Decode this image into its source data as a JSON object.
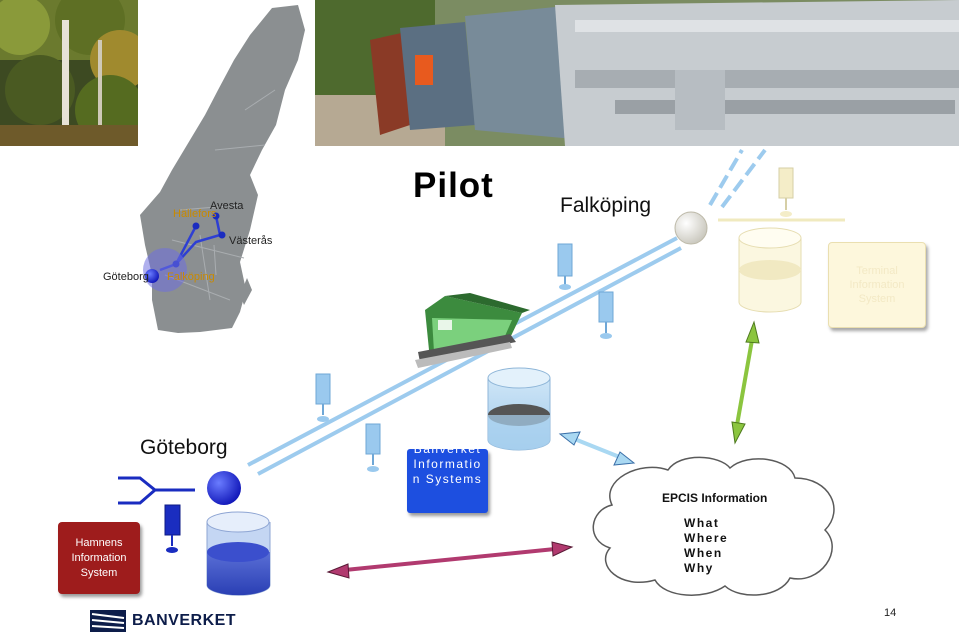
{
  "slide": {
    "title": "Pilot",
    "page_number": "14"
  },
  "locations": {
    "falkoping": "Falköping",
    "goteborg": "Göteborg"
  },
  "map": {
    "labels": {
      "hallefors": "Hällefors",
      "avesta": "Avesta",
      "vasteras": "Västerås",
      "goteborg": "Göteborg",
      "falkoping": "Falköping"
    }
  },
  "boxes": {
    "terminal": [
      "Terminal",
      "Information",
      "System"
    ],
    "hamnens": [
      "Hamnens",
      "Information",
      "System"
    ],
    "banverket": "Banverket Information Systems"
  },
  "epcis": {
    "title": "EPCIS Information",
    "items": [
      "What",
      "Where",
      "When",
      "Why"
    ]
  },
  "logo": {
    "text": "BANVERKET"
  },
  "colors": {
    "track": "#8ec3ea",
    "banverket_blue": "#1d4fe0",
    "hamnens_red": "#9e1c1c",
    "terminal_cream": "#fdf7dc",
    "green_arrow": "#8bc53f",
    "maroon_arrow": "#7a1f4a"
  }
}
